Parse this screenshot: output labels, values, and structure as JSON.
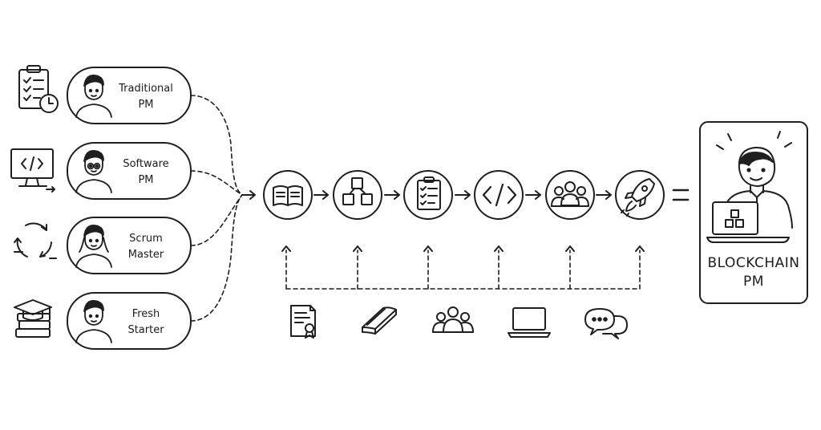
{
  "roles": [
    {
      "line1": "Traditional",
      "line2": "PM",
      "icon": "clipboard-clock-icon"
    },
    {
      "line1": "Software",
      "line2": "PM",
      "icon": "monitor-code-icon"
    },
    {
      "line1": "Scrum",
      "line2": "Master",
      "icon": "cycle-arrows-icon"
    },
    {
      "line1": "Fresh",
      "line2": "Starter",
      "icon": "graduation-books-icon"
    }
  ],
  "steps": [
    {
      "icon": "open-book-icon"
    },
    {
      "icon": "blockchain-cubes-icon"
    },
    {
      "icon": "checklist-clipboard-icon"
    },
    {
      "icon": "code-brackets-icon"
    },
    {
      "icon": "team-people-icon"
    },
    {
      "icon": "rocket-launch-icon"
    }
  ],
  "equals": "=",
  "result": {
    "line1": "BLOCKCHAIN",
    "line2": "PM"
  },
  "resources": [
    {
      "icon": "certificate-icon"
    },
    {
      "icon": "book-icon"
    },
    {
      "icon": "community-icon"
    },
    {
      "icon": "laptop-icon"
    },
    {
      "icon": "chat-bubbles-icon"
    }
  ]
}
